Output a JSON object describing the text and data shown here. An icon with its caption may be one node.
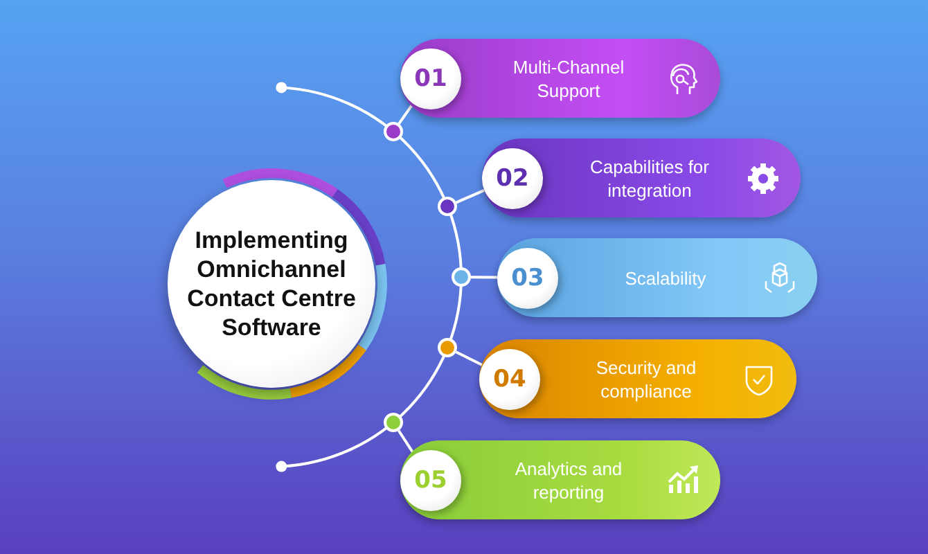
{
  "diagram": {
    "nodes": [
      {
        "text": [
          "Implementing Omnichannel Contact Centre Software"
        ]
      },
      {
        "text": [
          "01",
          "Multi-Channel Support"
        ]
      },
      {
        "text": [
          "02",
          "Capabilities for integration"
        ]
      },
      {
        "text": [
          "03",
          "Scalability"
        ]
      },
      {
        "text": [
          "04",
          "Security and compliance"
        ]
      },
      {
        "text": [
          "05",
          "Analytics and reporting"
        ]
      },
      {
        "text": [],
        "shape": "circle"
      },
      {
        "text": [],
        "shape": "circle"
      },
      {
        "text": [],
        "shape": "circle"
      },
      {
        "text": [],
        "shape": "circle"
      },
      {
        "text": [],
        "shape": "circle"
      }
    ],
    "edges": [
      {
        "from": 6,
        "to": 1,
        "arrow": "none"
      },
      {
        "from": 7,
        "to": 2,
        "arrow": "none"
      },
      {
        "from": 8,
        "to": 3,
        "arrow": "none"
      },
      {
        "from": 9,
        "to": 4,
        "arrow": "none"
      },
      {
        "from": 10,
        "to": 5,
        "arrow": "none"
      }
    ]
  }
}
